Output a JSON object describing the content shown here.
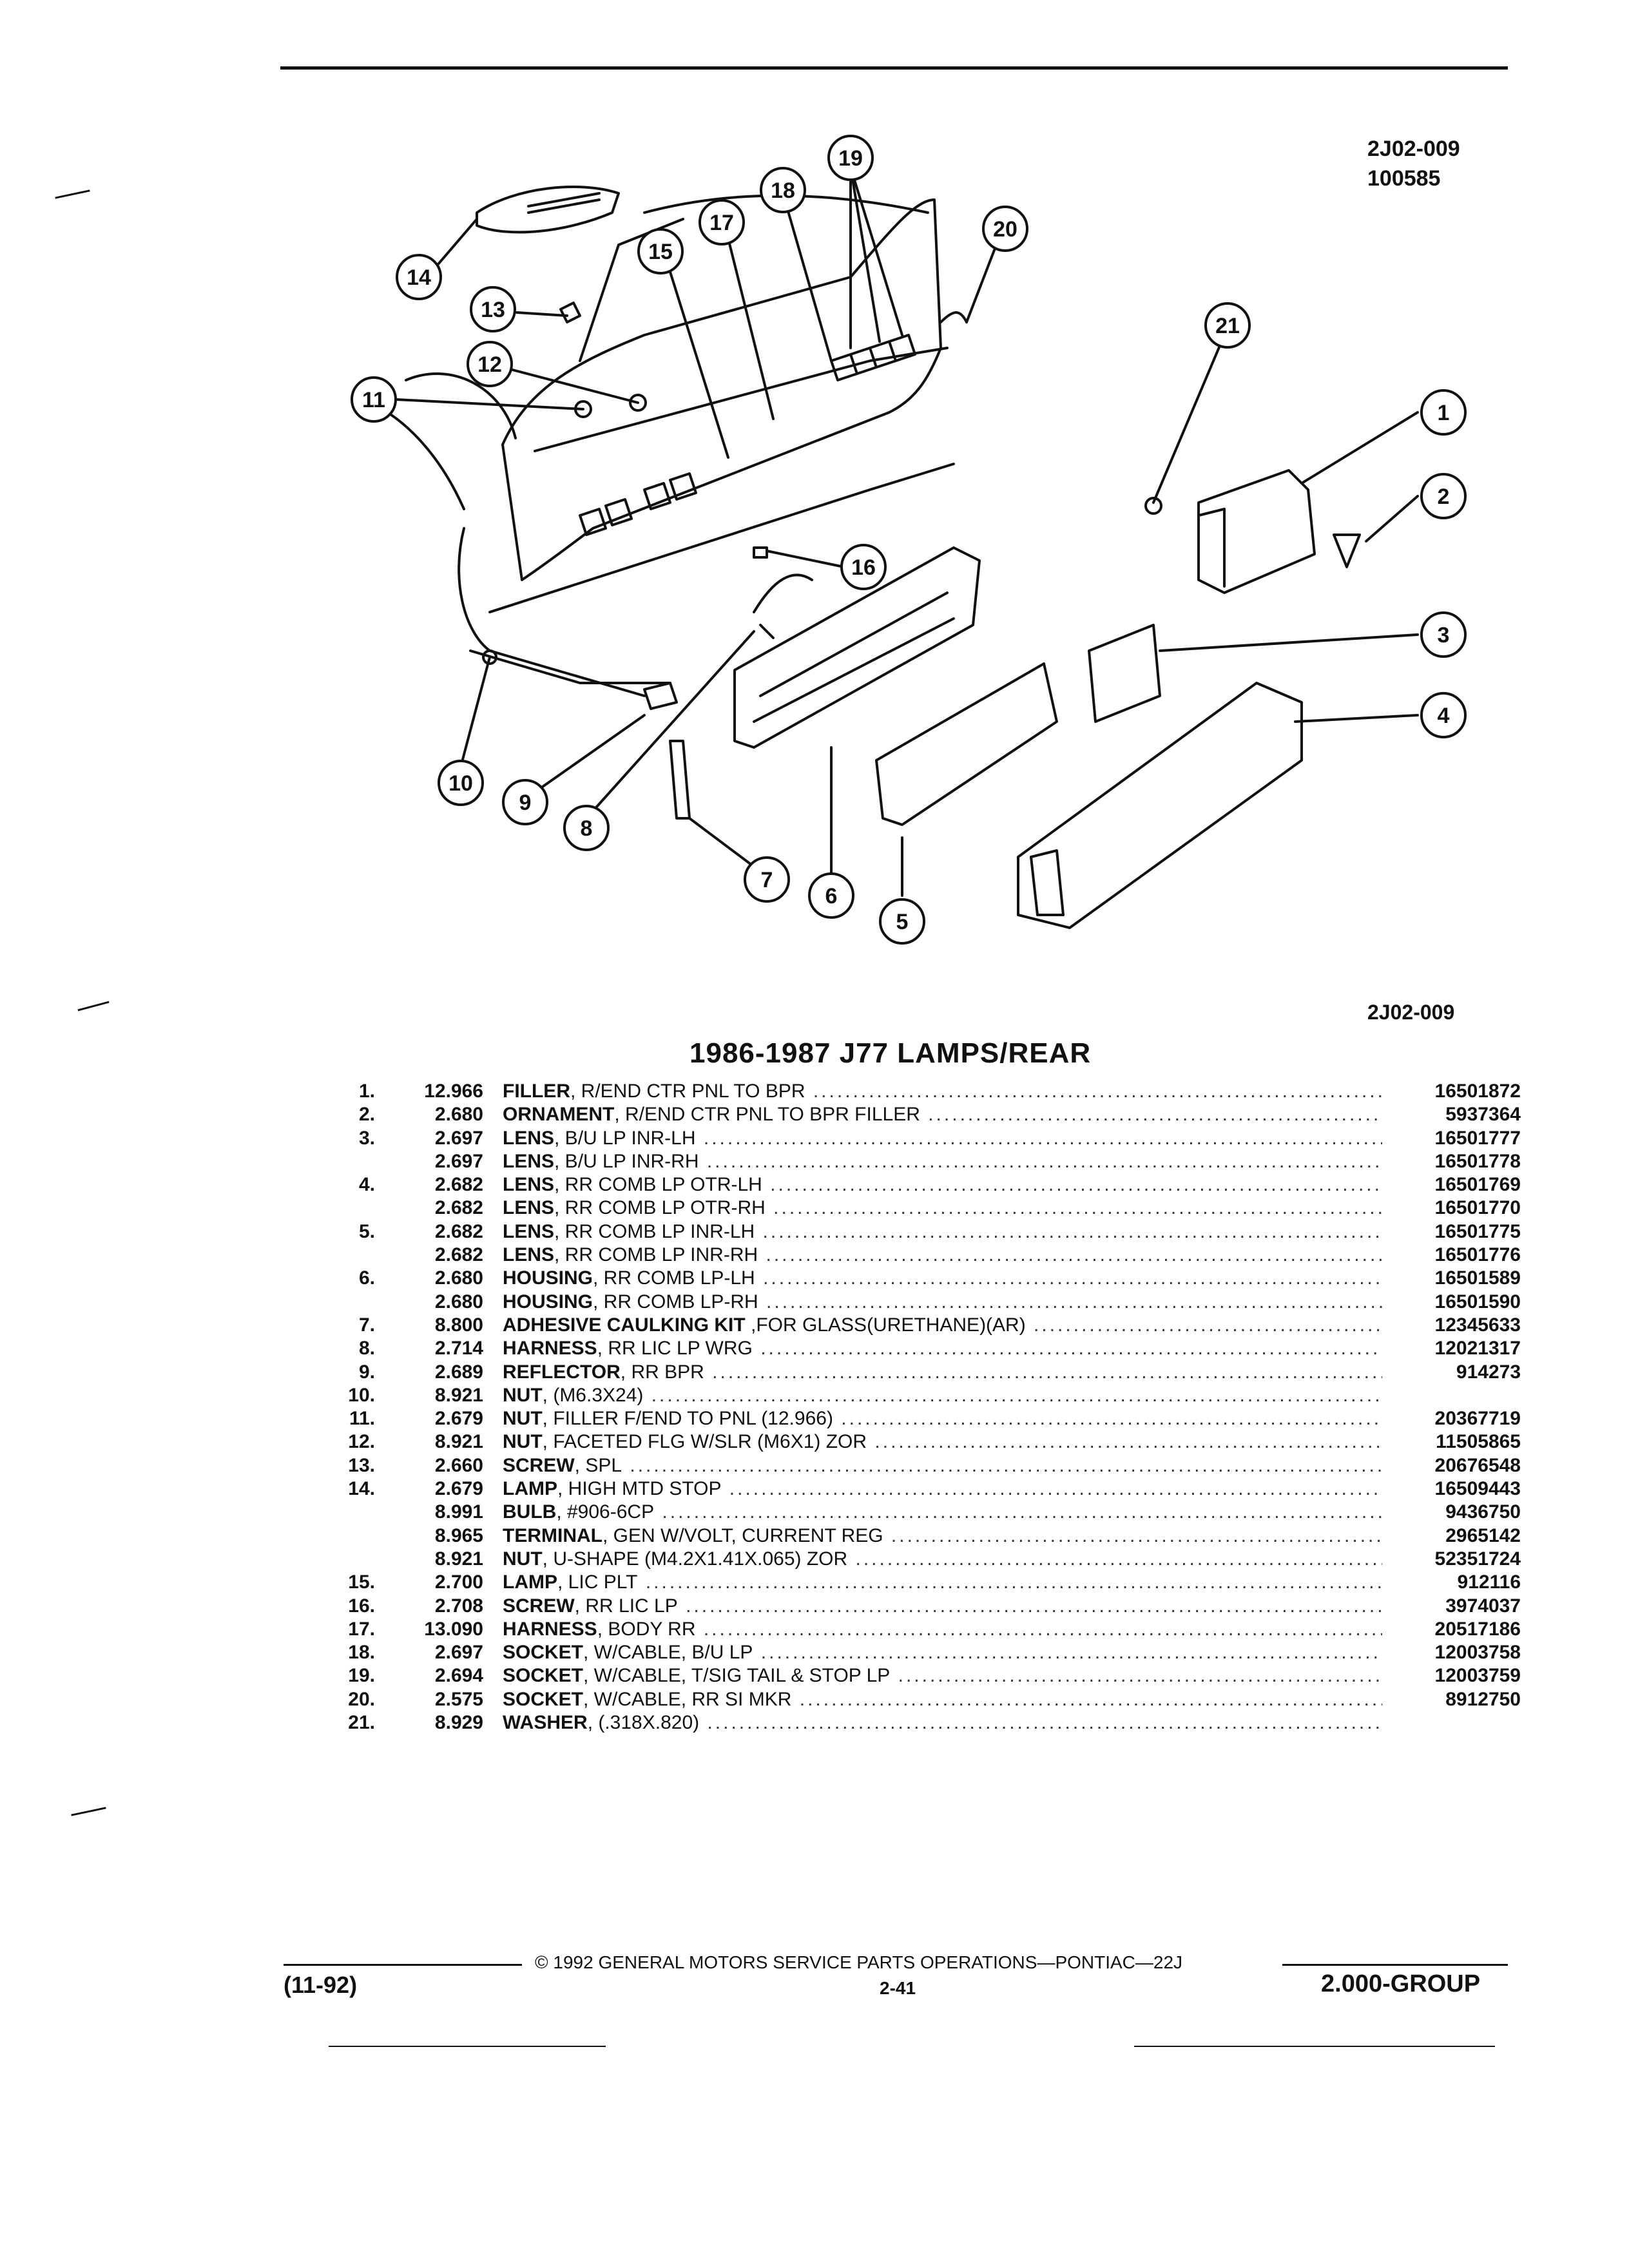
{
  "header": {
    "fig_id": "2J02-009",
    "fig_date": "100585",
    "fig_id_bottom": "2J02-009"
  },
  "diagram": {
    "callouts": [
      "1",
      "2",
      "3",
      "4",
      "5",
      "6",
      "7",
      "8",
      "9",
      "10",
      "11",
      "12",
      "13",
      "14",
      "15",
      "16",
      "17",
      "18",
      "19",
      "20",
      "21"
    ]
  },
  "title": "1986-1987 J77 LAMPS/REAR",
  "parts": [
    {
      "num": "1.",
      "code": "12.966",
      "name": "FILLER",
      "rest": ", R/END CTR PNL TO BPR",
      "pn": "16501872"
    },
    {
      "num": "2.",
      "code": "2.680",
      "name": "ORNAMENT",
      "rest": ", R/END CTR PNL TO BPR FILLER",
      "pn": "5937364"
    },
    {
      "num": "3.",
      "code": "2.697",
      "name": "LENS",
      "rest": ", B/U LP INR-LH",
      "pn": "16501777"
    },
    {
      "num": "",
      "code": "2.697",
      "name": "LENS",
      "rest": ", B/U LP INR-RH",
      "pn": "16501778"
    },
    {
      "num": "4.",
      "code": "2.682",
      "name": "LENS",
      "rest": ", RR COMB LP OTR-LH",
      "pn": "16501769"
    },
    {
      "num": "",
      "code": "2.682",
      "name": "LENS",
      "rest": ", RR COMB LP OTR-RH",
      "pn": "16501770"
    },
    {
      "num": "5.",
      "code": "2.682",
      "name": "LENS",
      "rest": ", RR COMB LP INR-LH",
      "pn": "16501775"
    },
    {
      "num": "",
      "code": "2.682",
      "name": "LENS",
      "rest": ", RR COMB LP INR-RH",
      "pn": "16501776"
    },
    {
      "num": "6.",
      "code": "2.680",
      "name": "HOUSING",
      "rest": ", RR COMB LP-LH",
      "pn": "16501589"
    },
    {
      "num": "",
      "code": "2.680",
      "name": "HOUSING",
      "rest": ", RR COMB LP-RH",
      "pn": "16501590"
    },
    {
      "num": "7.",
      "code": "8.800",
      "name": "ADHESIVE CAULKING KIT",
      "rest": " ,FOR GLASS(URETHANE)(AR)",
      "pn": "12345633"
    },
    {
      "num": "8.",
      "code": "2.714",
      "name": "HARNESS",
      "rest": ", RR LIC LP WRG",
      "pn": "12021317"
    },
    {
      "num": "9.",
      "code": "2.689",
      "name": "REFLECTOR",
      "rest": ", RR BPR",
      "pn": "914273"
    },
    {
      "num": "10.",
      "code": "8.921",
      "name": "NUT",
      "rest": ", (M6.3X24)",
      "pn": ""
    },
    {
      "num": "11.",
      "code": "2.679",
      "name": "NUT",
      "rest": ", FILLER F/END TO PNL (12.966)",
      "pn": "20367719"
    },
    {
      "num": "12.",
      "code": "8.921",
      "name": "NUT",
      "rest": ", FACETED FLG W/SLR (M6X1) ZOR",
      "pn": "11505865"
    },
    {
      "num": "13.",
      "code": "2.660",
      "name": "SCREW",
      "rest": ", SPL",
      "pn": "20676548"
    },
    {
      "num": "14.",
      "code": "2.679",
      "name": "LAMP",
      "rest": ", HIGH MTD STOP",
      "pn": "16509443"
    },
    {
      "num": "",
      "code": "8.991",
      "name": "BULB",
      "rest": ", #906-6CP",
      "pn": "9436750"
    },
    {
      "num": "",
      "code": "8.965",
      "name": "TERMINAL",
      "rest": ", GEN W/VOLT, CURRENT REG",
      "pn": "2965142"
    },
    {
      "num": "",
      "code": "8.921",
      "name": "NUT",
      "rest": ", U-SHAPE (M4.2X1.41X.065) ZOR",
      "pn": "52351724"
    },
    {
      "num": "15.",
      "code": "2.700",
      "name": "LAMP",
      "rest": ", LIC PLT",
      "pn": "912116"
    },
    {
      "num": "16.",
      "code": "2.708",
      "name": "SCREW",
      "rest": ", RR LIC LP",
      "pn": "3974037"
    },
    {
      "num": "17.",
      "code": "13.090",
      "name": "HARNESS",
      "rest": ", BODY RR",
      "pn": "20517186"
    },
    {
      "num": "18.",
      "code": "2.697",
      "name": "SOCKET",
      "rest": ", W/CABLE, B/U LP",
      "pn": "12003758"
    },
    {
      "num": "19.",
      "code": "2.694",
      "name": "SOCKET",
      "rest": ", W/CABLE, T/SIG TAIL & STOP LP",
      "pn": "12003759"
    },
    {
      "num": "20.",
      "code": "2.575",
      "name": "SOCKET",
      "rest": ", W/CABLE, RR SI MKR",
      "pn": "8912750"
    },
    {
      "num": "21.",
      "code": "8.929",
      "name": "WASHER",
      "rest": ", (.318X.820)",
      "pn": ""
    }
  ],
  "footer": {
    "copyright": "© 1992 GENERAL MOTORS SERVICE PARTS OPERATIONS—PONTIAC—22J",
    "date": "(11-92)",
    "page": "2-41",
    "group": "2.000-GROUP"
  }
}
